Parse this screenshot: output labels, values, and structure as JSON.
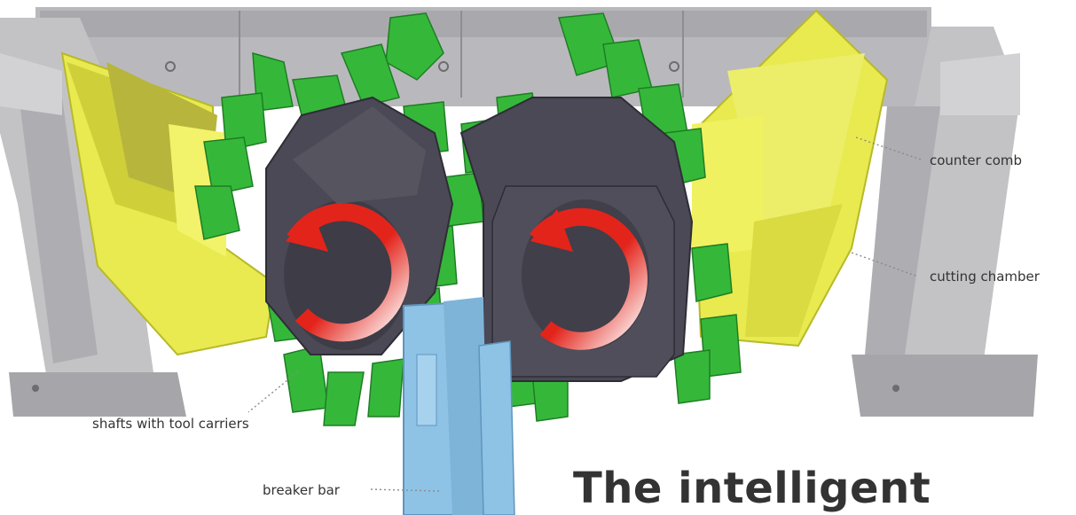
{
  "labels": {
    "counter_comb": "counter comb",
    "cutting_chamber": "cutting chamber",
    "shafts": "shafts with tool carriers",
    "breaker_bar": "breaker bar"
  },
  "headline": "The intelligent",
  "colors": {
    "frame": "#bdbdc0",
    "frame_dark": "#9a9a9e",
    "counter_comb": "#e6e84e",
    "tools": "#32b437",
    "shaft": "#4a4955",
    "breaker_bar": "#8ec3e6",
    "arrow": "#e3241b",
    "text": "#333333",
    "leader": "#8a8a8a"
  }
}
